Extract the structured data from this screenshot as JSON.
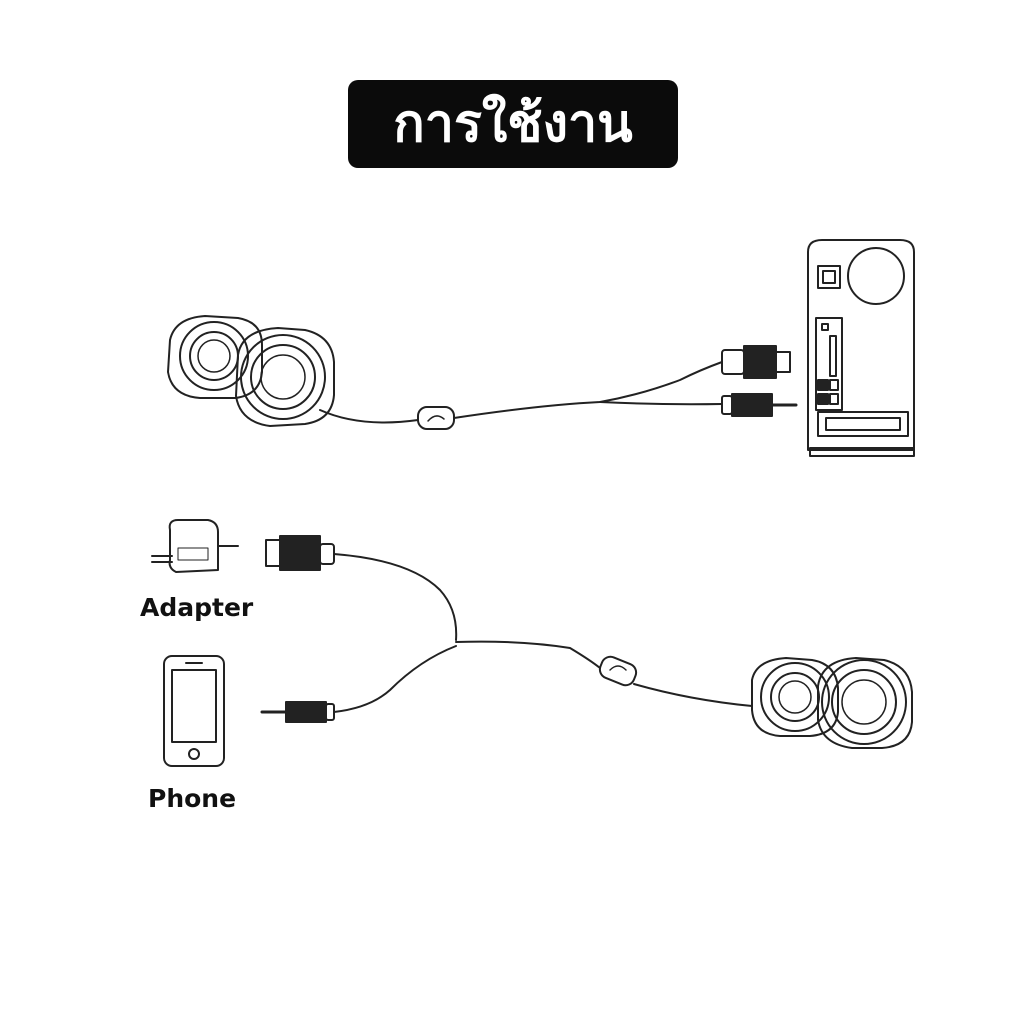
{
  "title": "การใช้งาน",
  "labels": {
    "adapter": "Adapter",
    "phone": "Phone"
  },
  "colors": {
    "title_bg": "#0b0b0b",
    "title_fg": "#ffffff",
    "line": "#222222"
  }
}
